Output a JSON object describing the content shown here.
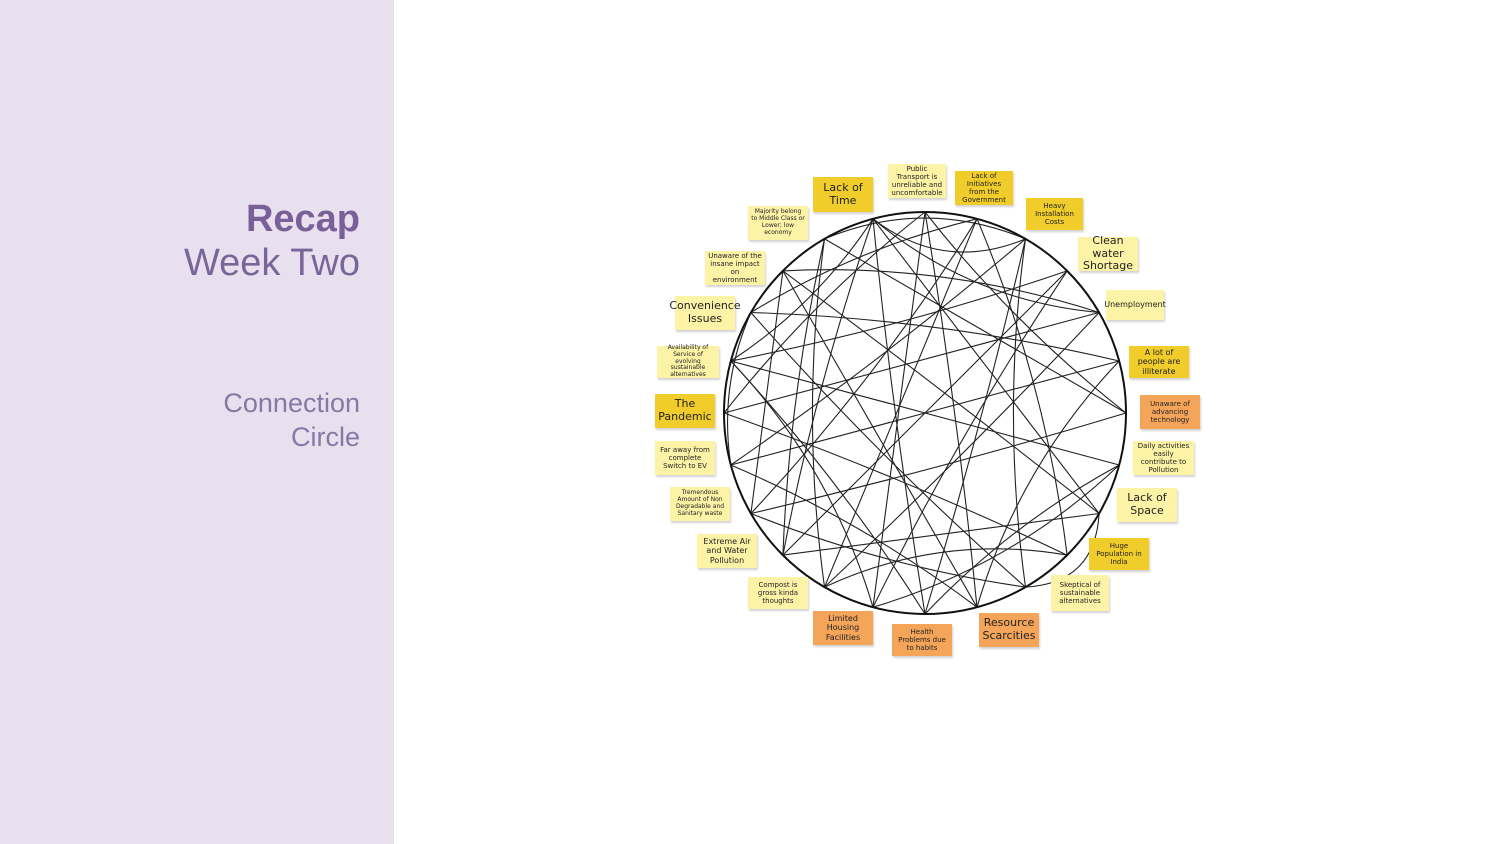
{
  "sidebar": {
    "title_bold": "Recap",
    "title_light": "Week Two",
    "subtitle_line1": "Connection",
    "subtitle_line2": "Circle"
  },
  "diagram": {
    "circle_color": "#111111",
    "notes": [
      {
        "text": "Lack of Time",
        "color": "y-dark"
      },
      {
        "text": "Public Transport is unreliable and uncomfortable",
        "color": "y-light"
      },
      {
        "text": "Lack of Initiatives from the Government",
        "color": "y-dark"
      },
      {
        "text": "Heavy Installation Costs",
        "color": "y-dark"
      },
      {
        "text": "Clean water Shortage",
        "color": "y-light"
      },
      {
        "text": "Unemployment",
        "color": "y-light"
      },
      {
        "text": "A lot of people are illiterate",
        "color": "y-dark"
      },
      {
        "text": "Unaware of advancing technology",
        "color": "orange"
      },
      {
        "text": "Daily activities easily contribute to Pollution",
        "color": "y-light"
      },
      {
        "text": "Lack of Space",
        "color": "y-light"
      },
      {
        "text": "Huge Population in India",
        "color": "y-dark"
      },
      {
        "text": "Skeptical of sustainable alternatives",
        "color": "y-light"
      },
      {
        "text": "Resource Scarcities",
        "color": "orange"
      },
      {
        "text": "Health Problems due to habits",
        "color": "orange"
      },
      {
        "text": "Limited Housing Facilities",
        "color": "orange"
      },
      {
        "text": "Compost is gross kinda thoughts",
        "color": "y-light"
      },
      {
        "text": "Extreme Air and Water Pollution",
        "color": "y-light"
      },
      {
        "text": "Tremendous Amount of Non Degradable and Sanitary waste",
        "color": "y-light"
      },
      {
        "text": "Far away from complete Switch to EV",
        "color": "y-light"
      },
      {
        "text": "The Pandemic",
        "color": "y-dark"
      },
      {
        "text": "Availability of Service of evolving sustainable alternatives",
        "color": "y-light"
      },
      {
        "text": "Convenience Issues",
        "color": "y-light"
      },
      {
        "text": "Unaware of the insane impact on environment",
        "color": "y-light"
      },
      {
        "text": "Majority belong to Middle Class or Lower; low economy",
        "color": "y-light"
      }
    ],
    "connections": [
      [
        0,
        13
      ],
      [
        0,
        16
      ],
      [
        0,
        9
      ],
      [
        0,
        20
      ],
      [
        0,
        5
      ],
      [
        1,
        12
      ],
      [
        1,
        19
      ],
      [
        1,
        14
      ],
      [
        1,
        7
      ],
      [
        2,
        17
      ],
      [
        2,
        10
      ],
      [
        2,
        21
      ],
      [
        2,
        15
      ],
      [
        3,
        18
      ],
      [
        3,
        11
      ],
      [
        3,
        23
      ],
      [
        3,
        13
      ],
      [
        4,
        16
      ],
      [
        4,
        20
      ],
      [
        4,
        14
      ],
      [
        5,
        22
      ],
      [
        5,
        15
      ],
      [
        5,
        19
      ],
      [
        6,
        18
      ],
      [
        6,
        12
      ],
      [
        6,
        21
      ],
      [
        7,
        17
      ],
      [
        7,
        23
      ],
      [
        8,
        13
      ],
      [
        8,
        20
      ],
      [
        8,
        14
      ],
      [
        9,
        22
      ],
      [
        9,
        16
      ],
      [
        10,
        19
      ],
      [
        10,
        15
      ],
      [
        11,
        21
      ],
      [
        11,
        17
      ],
      [
        12,
        22
      ],
      [
        12,
        18
      ],
      [
        14,
        20
      ],
      [
        15,
        23
      ],
      [
        16,
        23
      ],
      [
        17,
        22
      ],
      [
        13,
        20
      ],
      [
        0,
        3
      ],
      [
        9,
        11
      ],
      [
        18,
        21
      ]
    ]
  }
}
